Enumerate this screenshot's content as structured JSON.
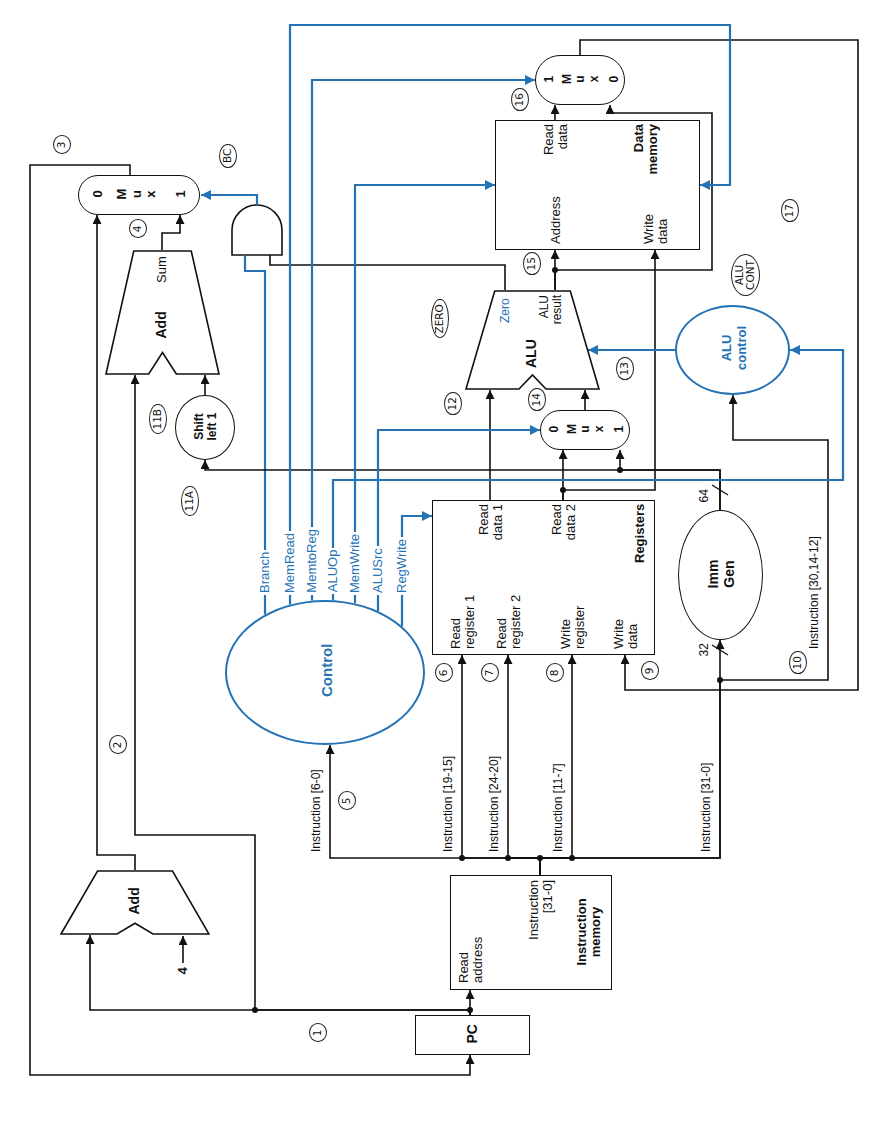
{
  "diagram": {
    "nodes": [
      {
        "text": [
          "PC"
        ]
      },
      {
        "text": [
          "Add"
        ]
      },
      {
        "text": [
          "Read address",
          "Instruction [31-0]",
          "Instruction memory"
        ]
      },
      {
        "text": [
          "Add",
          "Sum"
        ]
      },
      {
        "text": [
          "0",
          "M u x",
          "1"
        ]
      },
      {
        "text": [
          "Shift left 1"
        ]
      },
      {
        "text": [
          "Control"
        ]
      },
      {
        "text": [
          "Read register 1",
          "Read register 2",
          "Write register",
          "Write data",
          "Read data 1",
          "Read data 2",
          "Registers"
        ]
      },
      {
        "text": [
          "Imm Gen"
        ]
      },
      {
        "text": [
          "0",
          "M u x",
          "1"
        ]
      },
      {
        "text": [
          "Zero",
          "ALU",
          "ALU result"
        ]
      },
      {
        "text": [
          "ALU control"
        ]
      },
      {
        "text": [
          "Address",
          "Write data",
          "Read data",
          "Data memory"
        ]
      },
      {
        "text": [
          "1",
          "M u x",
          "0"
        ]
      }
    ],
    "edges": [
      {
        "from": 0,
        "to": 2,
        "arrow": "to"
      },
      {
        "from": 0,
        "to": 1,
        "arrow": "to"
      },
      {
        "from": 0,
        "to": 3,
        "arrow": "to"
      },
      {
        "from": 1,
        "to": 4,
        "arrow": "to"
      },
      {
        "from": 3,
        "to": 4,
        "arrow": "to"
      },
      {
        "from": 4,
        "to": 0,
        "arrow": "to"
      },
      {
        "from": 2,
        "to": 6,
        "arrow": "to"
      },
      {
        "from": 2,
        "to": 7,
        "arrow": "to"
      },
      {
        "from": 2,
        "to": 7,
        "arrow": "to"
      },
      {
        "from": 2,
        "to": 7,
        "arrow": "to"
      },
      {
        "from": 2,
        "to": 8,
        "arrow": "to"
      },
      {
        "from": 2,
        "to": 11,
        "arrow": "to"
      },
      {
        "from": 7,
        "to": 10,
        "arrow": "to"
      },
      {
        "from": 7,
        "to": 9,
        "arrow": "to"
      },
      {
        "from": 7,
        "to": 12,
        "arrow": "to"
      },
      {
        "from": 8,
        "to": 9,
        "arrow": "to"
      },
      {
        "from": 8,
        "to": 5,
        "arrow": "to"
      },
      {
        "from": 5,
        "to": 3,
        "arrow": "to"
      },
      {
        "from": 9,
        "to": 10,
        "arrow": "to"
      },
      {
        "from": 11,
        "to": 10,
        "arrow": "to"
      },
      {
        "from": 10,
        "to": 12,
        "arrow": "to"
      },
      {
        "from": 10,
        "to": 13,
        "arrow": "to"
      },
      {
        "from": 12,
        "to": 13,
        "arrow": "to"
      },
      {
        "from": 13,
        "to": 7,
        "arrow": "to"
      },
      {
        "from": 6,
        "to": 12,
        "label": "MemRead",
        "arrow": "to"
      },
      {
        "from": 6,
        "to": 13,
        "label": "MemtoReg",
        "arrow": "to"
      },
      {
        "from": 6,
        "to": 11,
        "label": "ALUOp",
        "arrow": "to"
      },
      {
        "from": 6,
        "to": 12,
        "label": "MemWrite",
        "arrow": "to"
      },
      {
        "from": 6,
        "to": 9,
        "label": "ALUSrc",
        "arrow": "to"
      },
      {
        "from": 6,
        "to": 7,
        "label": "RegWrite",
        "arrow": "to"
      }
    ],
    "labels": [
      "4",
      "Instruction [6-0]",
      "Instruction [19-15]",
      "Instruction [24-20]",
      "Instruction [11-7]",
      "Instruction [31-0]",
      "Instruction [30,14-12]",
      "32",
      "64",
      "Branch",
      "1",
      "2",
      "3",
      "4",
      "BC",
      "5",
      "6",
      "7",
      "8",
      "9",
      "10",
      "11A",
      "11B",
      "12",
      "13",
      "14",
      "15",
      "16",
      "17",
      "ZERO",
      "ALU CONT"
    ]
  }
}
